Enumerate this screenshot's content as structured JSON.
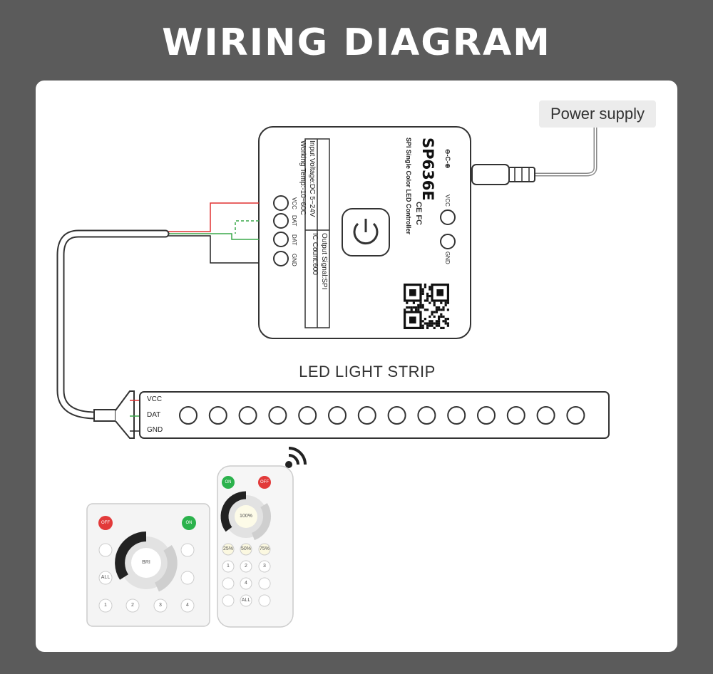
{
  "title": "WIRING DIAGRAM",
  "power_supply": {
    "label": "Power supply"
  },
  "controller": {
    "model": "SP636E",
    "subtitle": "SPI Single Color LED Controller",
    "spec_voltage": "Input Voltage:DC 5~24V",
    "spec_temp": "Working Temp:-10~60C",
    "spec_output": "Output Signal:SPI",
    "spec_ic": "IC Count:600",
    "certifications": "CE FC",
    "dc_symbol": "⊖-C-⊕",
    "power_terminals": [
      "VCC",
      "GND"
    ],
    "output_terminals": [
      "VCC",
      "DAT",
      "DAT",
      "GND"
    ]
  },
  "strip": {
    "title": "LED LIGHT STRIP",
    "labels": [
      "VCC",
      "DAT",
      "GND"
    ],
    "led_count": 14
  },
  "wall_panel": {
    "off_label": "OFF",
    "on_label": "ON",
    "center_label": "BRI",
    "all_label": "ALL",
    "number_keys": [
      "1",
      "2",
      "3",
      "4"
    ]
  },
  "remote": {
    "on_label": "ON",
    "off_label": "OFF",
    "brightness_value": "100%",
    "preset_keys": [
      "25%",
      "50%",
      "75%"
    ],
    "number_keys": [
      "1",
      "2",
      "3",
      "4"
    ],
    "all_label": "ALL"
  },
  "colors": {
    "background": "#5b5b5b",
    "card": "#ffffff",
    "vcc_wire": "#e03030",
    "dat_wire": "#3aa84a",
    "gnd_wire": "#222222",
    "on_button": "#2bb24c",
    "off_button": "#e23a3a"
  },
  "icons": [
    "power-icon",
    "qr-code-icon",
    "wireless-signal-icon",
    "dc-jack-icon"
  ]
}
